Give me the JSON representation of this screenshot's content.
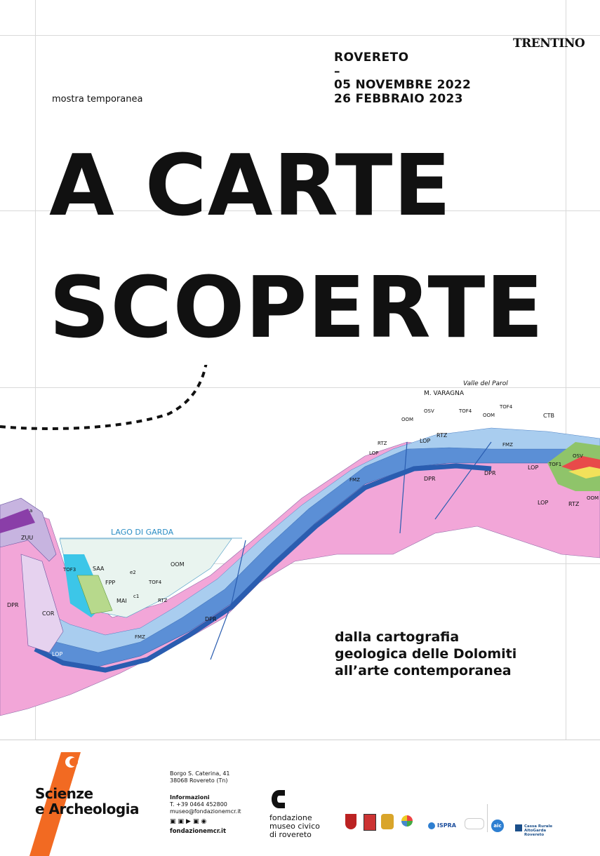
{
  "header": {
    "city": "ROVERETO",
    "dash": "–",
    "date_start": "05 NOVEMBRE 2022",
    "date_end": "26 FEBBRAIO 2023",
    "tagline": "mostra temporanea",
    "region_logo_text": "TRENTINO"
  },
  "title": {
    "line1": "A CARTE",
    "line2": "SCOPERTE"
  },
  "subtitle": {
    "line1": "dalla cartografia",
    "line2": "geologica delle Dolomiti",
    "line3": "all’arte contemporanea"
  },
  "geology": {
    "lake_label": "LAGO DI GARDA",
    "valley_label": "Valle del Parol",
    "mountain_label": "M. VARAGNA",
    "unit_labels": [
      "DPR",
      "ZUU",
      "COR",
      "TOF3",
      "SAA",
      "FPP",
      "e2",
      "OOM",
      "TOF4",
      "MAI",
      "c1",
      "RTZ",
      "DPR",
      "FMZ",
      "LOP",
      "OOM",
      "OSV",
      "TOF4",
      "OOM",
      "TOF4",
      "CTB",
      "RTZ",
      "LOP",
      "RTZ",
      "LOP",
      "FMZ",
      "DPR",
      "DPR",
      "FMZ",
      "LOP",
      "TOF1",
      "OSV",
      "RTZ",
      "LOP",
      "OOM",
      "a"
    ],
    "colors": {
      "pink": "#f2a6d8",
      "dark_blue": "#3a6fc4",
      "light_blue": "#9bc8ec",
      "teal": "#3cc6e8",
      "lake": "#e9f4ef",
      "green": "#8fc46a"
    }
  },
  "footer": {
    "brand_line1": "Scienze",
    "brand_line2": "e Archeologia",
    "brand_color": "#f26a22",
    "address_line1": "Borgo S. Caterina, 41",
    "address_line2": "38068 Rovereto (Tn)",
    "info_heading": "Informazioni",
    "phone": "T. +39 0464 452800",
    "email": "museo@fondazionemcr.it",
    "social_icons": [
      "facebook-icon",
      "instagram-icon",
      "youtube-icon",
      "linkedin-icon",
      "flickr-icon"
    ],
    "website": "fondazionemcr.it",
    "museum_line1": "fondazione",
    "museum_line2": "museo civico",
    "museum_line3": "di rovereto",
    "partner_ispra": "ISPRA",
    "partner_aic": "aic",
    "partner_bank": "Cassa Rurale AltoGarda Rovereto"
  }
}
